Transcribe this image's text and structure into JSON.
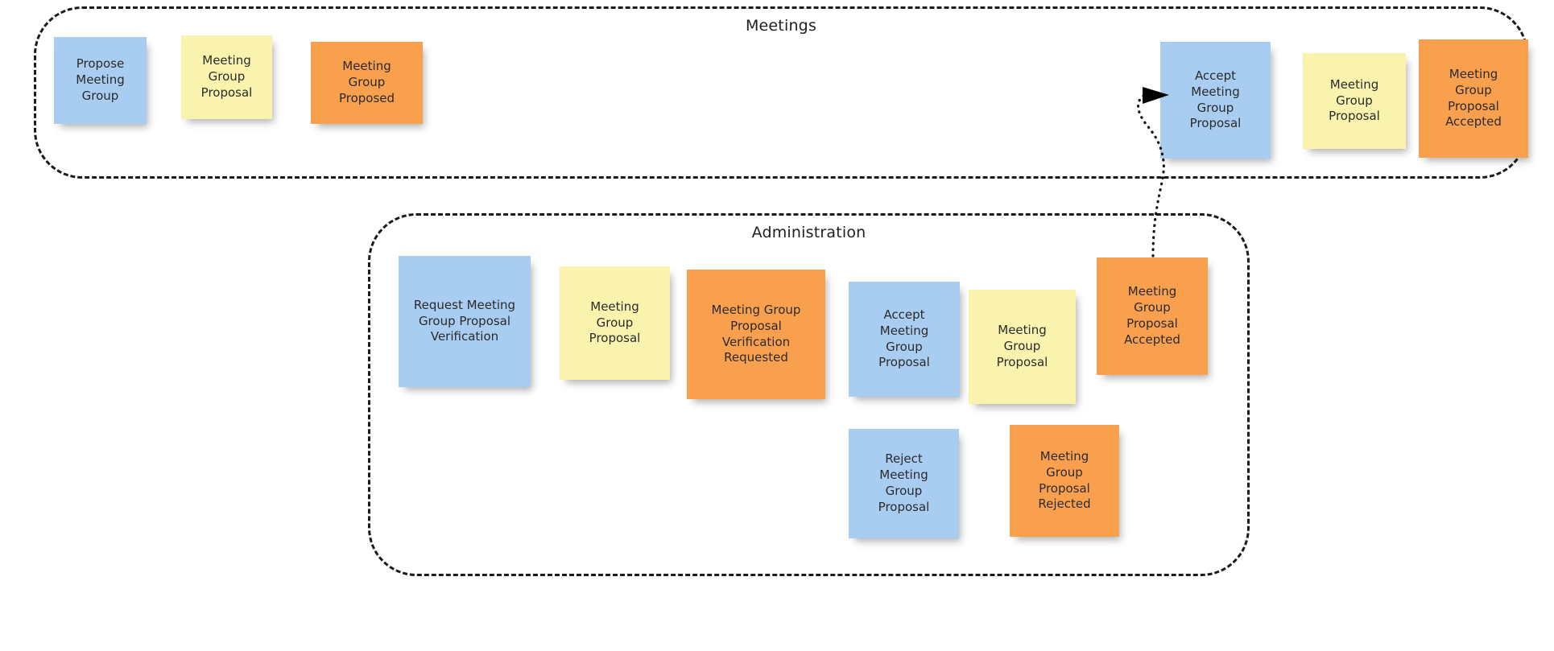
{
  "board": {
    "background_color": "#ffffff",
    "note_colors": {
      "command": "#a9cdf0",
      "aggregate": "#faf3ad",
      "event": "#f9a04f"
    },
    "lane_border_color": "#1b1b1b",
    "connector_color": "#000000"
  },
  "lanes": [
    {
      "id": "meetings",
      "title": "Meetings"
    },
    {
      "id": "administration",
      "title": "Administration"
    }
  ],
  "meetings_notes": [
    {
      "id": "propose-meeting-group",
      "kind": "command",
      "text": "Propose\nMeeting\nGroup"
    },
    {
      "id": "meeting-group-proposal-1",
      "kind": "aggregate",
      "text": "Meeting\nGroup\nProposal"
    },
    {
      "id": "meeting-group-proposed",
      "kind": "event",
      "text": "Meeting\nGroup\nProposed"
    },
    {
      "id": "accept-meeting-group-proposal",
      "kind": "command",
      "text": "Accept\nMeeting\nGroup\nProposal"
    },
    {
      "id": "meeting-group-proposal-2",
      "kind": "aggregate",
      "text": "Meeting\nGroup\nProposal"
    },
    {
      "id": "meeting-group-proposal-accepted",
      "kind": "event",
      "text": "Meeting\nGroup\nProposal\nAccepted"
    }
  ],
  "administration_notes": [
    {
      "id": "request-meeting-group-proposal-verification",
      "kind": "command",
      "text": "Request Meeting\nGroup Proposal\nVerification"
    },
    {
      "id": "meeting-group-proposal-3",
      "kind": "aggregate",
      "text": "Meeting\nGroup\nProposal"
    },
    {
      "id": "meeting-group-proposal-verification-requested",
      "kind": "event",
      "text": "Meeting Group\nProposal\nVerification\nRequested"
    },
    {
      "id": "accept-meeting-group-proposal-admin",
      "kind": "command",
      "text": "Accept\nMeeting\nGroup\nProposal"
    },
    {
      "id": "meeting-group-proposal-4",
      "kind": "aggregate",
      "text": "Meeting\nGroup\nProposal"
    },
    {
      "id": "meeting-group-proposal-accepted-admin",
      "kind": "event",
      "text": "Meeting\nGroup\nProposal\nAccepted"
    },
    {
      "id": "reject-meeting-group-proposal",
      "kind": "command",
      "text": "Reject\nMeeting\nGroup\nProposal"
    },
    {
      "id": "meeting-group-proposal-rejected",
      "kind": "event",
      "text": "Meeting\nGroup\nProposal\nRejected"
    }
  ],
  "connector": {
    "from": "meeting-group-proposal-accepted-admin",
    "to": "accept-meeting-group-proposal",
    "style": "dotted",
    "arrowhead": "filled-triangle"
  }
}
